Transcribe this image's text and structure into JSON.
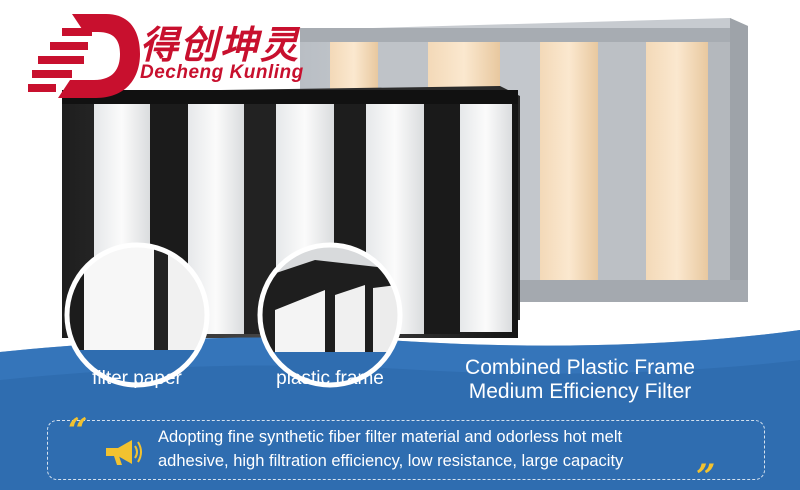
{
  "brand": {
    "chinese_name": "得创坤灵",
    "english_name": "Decheng Kunling",
    "logo_letter_icon": "d-letter-logo-icon",
    "brand_color": "#c8102e"
  },
  "callouts": [
    {
      "label": "filter paper",
      "icon": "filter-paper-closeup-photo"
    },
    {
      "label": "plastic frame",
      "icon": "plastic-frame-closeup-photo"
    }
  ],
  "product": {
    "title_line1": "Combined Plastic Frame",
    "title_line2": "Medium Efficiency Filter"
  },
  "description": {
    "line1": "Adopting fine synthetic fiber filter material and odorless hot melt",
    "line2": "adhesive, high filtration efficiency, low resistance, large capacity",
    "icon": "megaphone-icon",
    "open_quote": "“",
    "close_quote": "”"
  },
  "colors": {
    "banner_blue": "#2f6db0",
    "quote_yellow": "#f2c230",
    "text_white": "#ffffff"
  }
}
